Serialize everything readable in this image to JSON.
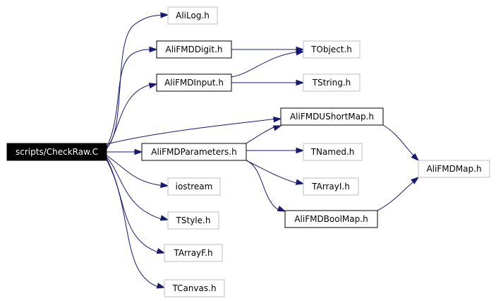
{
  "graph": {
    "nodes": [
      {
        "id": "root",
        "label": "scripts/CheckRaw.C",
        "kind": "root"
      },
      {
        "id": "alilog",
        "label": "AliLog.h",
        "kind": "external"
      },
      {
        "id": "fmddigit",
        "label": "AliFMDDigit.h",
        "kind": "documented"
      },
      {
        "id": "tobject",
        "label": "TObject.h",
        "kind": "external"
      },
      {
        "id": "fmdinput",
        "label": "AliFMDInput.h",
        "kind": "documented"
      },
      {
        "id": "tstring",
        "label": "TString.h",
        "kind": "external"
      },
      {
        "id": "ushortmap",
        "label": "AliFMDUShortMap.h",
        "kind": "documented"
      },
      {
        "id": "fmdparams",
        "label": "AliFMDParameters.h",
        "kind": "documented"
      },
      {
        "id": "tnamed",
        "label": "TNamed.h",
        "kind": "external"
      },
      {
        "id": "fmdmap",
        "label": "AliFMDMap.h",
        "kind": "external"
      },
      {
        "id": "iostream",
        "label": "iostream",
        "kind": "external"
      },
      {
        "id": "tarrayi",
        "label": "TArrayI.h",
        "kind": "external"
      },
      {
        "id": "tstyle",
        "label": "TStyle.h",
        "kind": "external"
      },
      {
        "id": "boolmap",
        "label": "AliFMDBoolMap.h",
        "kind": "documented"
      },
      {
        "id": "tarrayf",
        "label": "TArrayF.h",
        "kind": "external"
      },
      {
        "id": "tcanvas",
        "label": "TCanvas.h",
        "kind": "external"
      }
    ],
    "edges": [
      {
        "from": "root",
        "to": "alilog"
      },
      {
        "from": "root",
        "to": "fmddigit"
      },
      {
        "from": "root",
        "to": "fmdinput"
      },
      {
        "from": "root",
        "to": "ushortmap"
      },
      {
        "from": "root",
        "to": "fmdparams"
      },
      {
        "from": "root",
        "to": "iostream"
      },
      {
        "from": "root",
        "to": "tstyle"
      },
      {
        "from": "root",
        "to": "tarrayf"
      },
      {
        "from": "root",
        "to": "tcanvas"
      },
      {
        "from": "fmddigit",
        "to": "tobject"
      },
      {
        "from": "fmdinput",
        "to": "tobject"
      },
      {
        "from": "fmdinput",
        "to": "tstring"
      },
      {
        "from": "fmdparams",
        "to": "ushortmap"
      },
      {
        "from": "fmdparams",
        "to": "tnamed"
      },
      {
        "from": "fmdparams",
        "to": "tarrayi"
      },
      {
        "from": "fmdparams",
        "to": "boolmap"
      },
      {
        "from": "ushortmap",
        "to": "fmdmap"
      },
      {
        "from": "boolmap",
        "to": "fmdmap"
      }
    ],
    "colors": {
      "edge": "#191970",
      "documented_border": "#000000",
      "external_border": "#bfbfbf",
      "root_fill": "#000000",
      "root_text": "#ffffff"
    }
  }
}
